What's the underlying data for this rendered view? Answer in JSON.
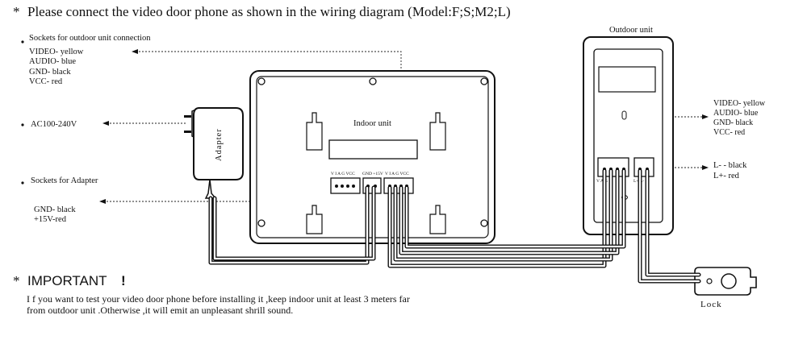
{
  "title": "Please  connect the video door phone as shown in the wiring diagram (Model:F;S;M2;L)",
  "bullet": "*",
  "left_labels": {
    "outdoor_sockets": {
      "heading": "Sockets for  outdoor unit connection",
      "lines": [
        "VIDEO- yellow",
        "AUDIO- blue",
        "GND- black",
        "VCC- red"
      ]
    },
    "ac": "AC100-240V",
    "adapter_sockets": {
      "heading": "Sockets for Adapter",
      "lines": [
        "GND- black",
        "+15V-red"
      ]
    }
  },
  "adapter_label": "Adapter",
  "indoor_unit": {
    "label": "Indoor unit",
    "pin_labels_left": "V  I  A  G  VCC",
    "pin_labels_mid": "GND +15V",
    "pin_labels_right": "V  I  A  G  VCC"
  },
  "outdoor_unit": {
    "label": "Outdoor unit",
    "pin_labels_left": "V  A  G  C",
    "pin_labels_right": "L+  L-",
    "right_labels": {
      "signal_lines": [
        "VIDEO- yellow",
        "AUDIO- blue",
        "GND- black",
        "VCC- red"
      ],
      "lock_lines": [
        "L- - black",
        "L+- red"
      ]
    }
  },
  "lock_label": "Lock",
  "important": {
    "heading": "IMPORTANT",
    "mark": "!",
    "note_lines": [
      "I f you want to test your video door phone before installing it ,keep indoor unit at least 3 meters far",
      "from outdoor unit .Otherwise ,it will emit an unpleasant shrill sound."
    ]
  }
}
